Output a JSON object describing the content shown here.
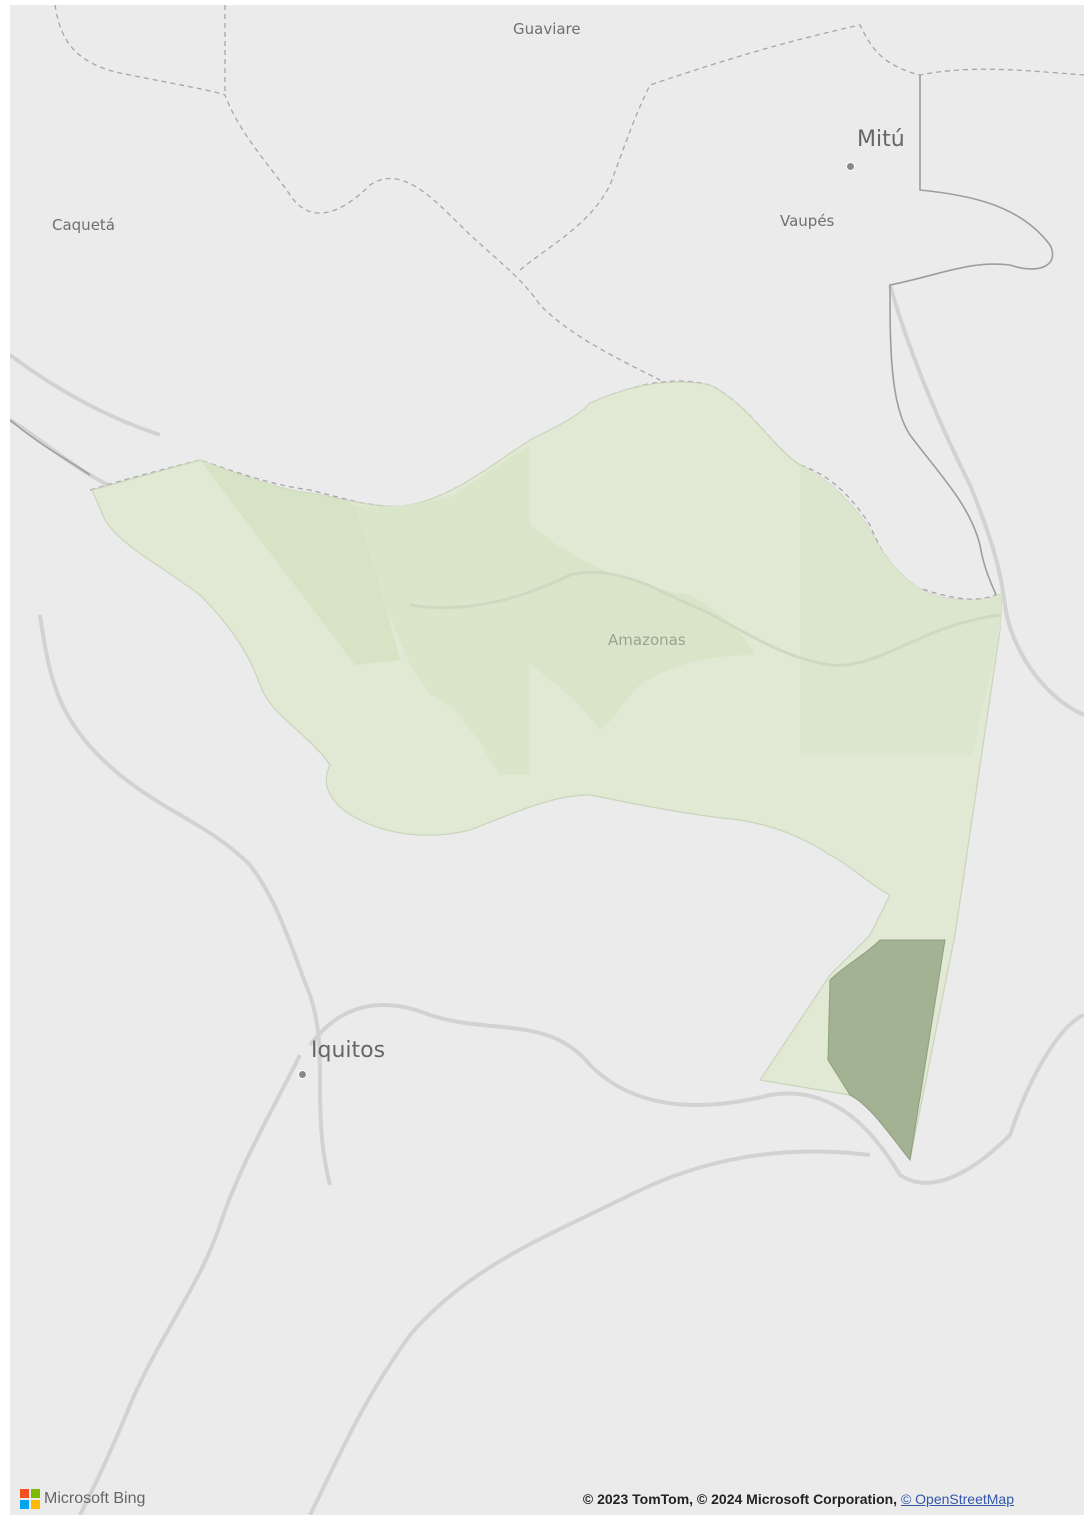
{
  "map": {
    "place_labels": {
      "guaviare": "Guaviare",
      "mitu": "Mitú",
      "vaupes": "Vaupés",
      "caqueta": "Caquetá",
      "amazonas": "Amazonas",
      "iquitos": "Iquitos"
    },
    "colors": {
      "background": "#ebebeb",
      "region_light": "#e1e9d4",
      "region_mid": "#d7e4c6",
      "region_dark": "#a3b293",
      "border": "#9a9a9a",
      "river": "#d6d6d6"
    }
  },
  "footer": {
    "brand_name": "Microsoft Bing",
    "attribution": "© 2023 TomTom, © 2024 Microsoft Corporation,",
    "osm_link": "© OpenStreetMap",
    "logo_colors": [
      "#f25022",
      "#7fba00",
      "#00a4ef",
      "#ffb900"
    ]
  }
}
